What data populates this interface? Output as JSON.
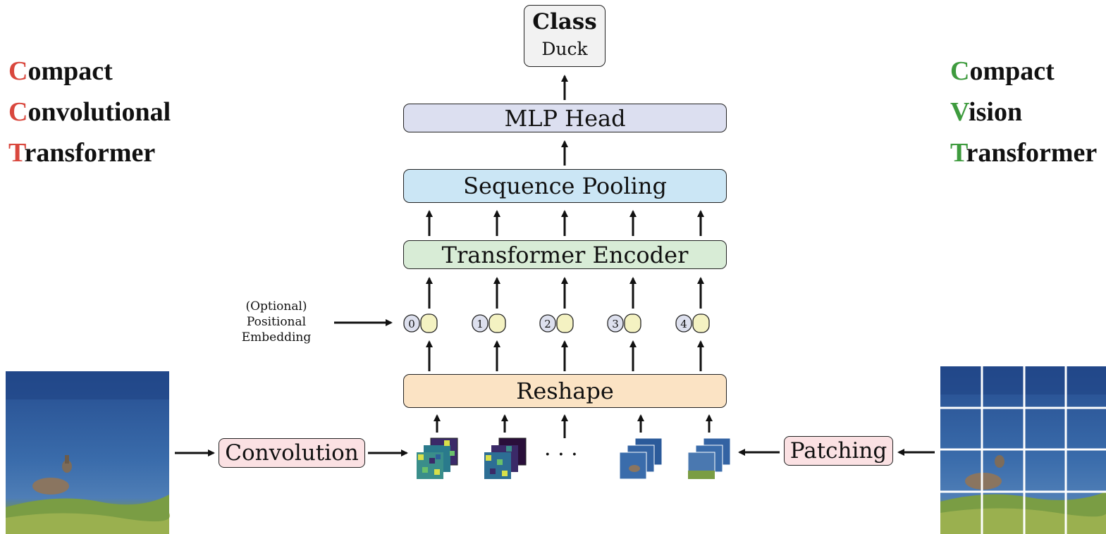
{
  "left_title": {
    "words": [
      {
        "initial": "C",
        "rest": "ompact"
      },
      {
        "initial": "C",
        "rest": "onvolutional"
      },
      {
        "initial": "T",
        "rest": "ransformer"
      }
    ],
    "accent": "#d9473d"
  },
  "right_title": {
    "words": [
      {
        "initial": "C",
        "rest": "ompact"
      },
      {
        "initial": "V",
        "rest": "ision"
      },
      {
        "initial": "T",
        "rest": "ransformer"
      }
    ],
    "accent": "#3e9b3e"
  },
  "class_box": {
    "heading": "Class",
    "label": "Duck",
    "fill": "#f2f2f2"
  },
  "mlp_head": {
    "label": "MLP Head",
    "fill": "#dcdff0"
  },
  "sequence_pooling": {
    "label": "Sequence Pooling",
    "fill": "#cbe6f5"
  },
  "transformer_encoder": {
    "label": "Transformer Encoder",
    "fill": "#d8ecd6"
  },
  "positional_embedding": {
    "lines": [
      "(Optional)",
      "Positional",
      "Embedding"
    ],
    "indices": [
      "0",
      "1",
      "2",
      "3",
      "4"
    ],
    "index_fill": "#dde0ee",
    "token_fill": "#f4f2c2"
  },
  "reshape": {
    "label": "Reshape",
    "fill": "#fbe3c4"
  },
  "convolution": {
    "label": "Convolution",
    "fill": "#fbe1e3"
  },
  "patching": {
    "label": "Patching",
    "fill": "#fbe1e3"
  },
  "ellipsis": "· · ·",
  "icons": [
    "input-image-icon",
    "feature-map-stack-icon",
    "image-patch-stack-icon",
    "grid-patched-image-icon"
  ]
}
